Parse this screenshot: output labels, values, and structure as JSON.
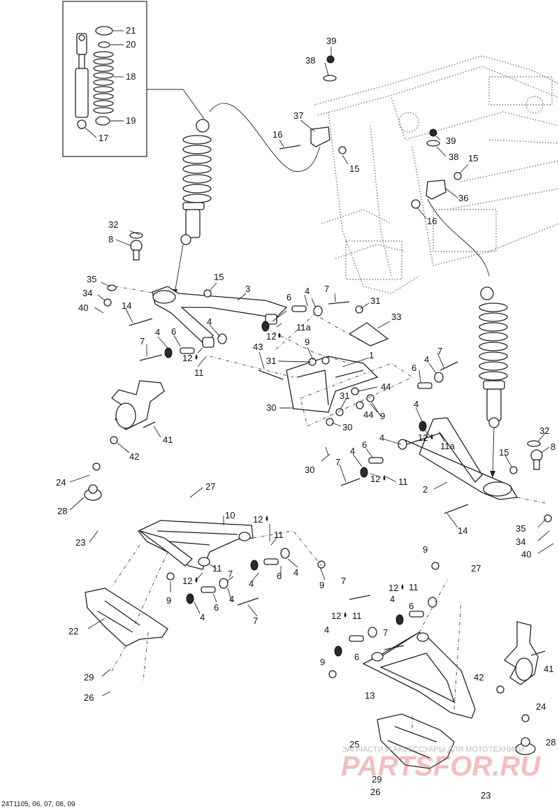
{
  "reference": "24T1105, 06, 07, 08, 09",
  "watermark": {
    "line1": "ЗАПЧАСТИ И АКСЕССУАРЫ ДЛЯ МОТОТЕХНИКИ",
    "line2": "PARTSFOR.RU"
  },
  "callouts": [
    {
      "id": "c21",
      "text": "21"
    },
    {
      "id": "c20",
      "text": "20"
    },
    {
      "id": "c18",
      "text": "18"
    },
    {
      "id": "c19",
      "text": "19"
    },
    {
      "id": "c17",
      "text": "17"
    },
    {
      "id": "c39a",
      "text": "39"
    },
    {
      "id": "c38a",
      "text": "38"
    },
    {
      "id": "c37",
      "text": "37"
    },
    {
      "id": "c16a",
      "text": "16"
    },
    {
      "id": "c15a",
      "text": "15"
    },
    {
      "id": "c39b",
      "text": "39"
    },
    {
      "id": "c38b",
      "text": "38"
    },
    {
      "id": "c15b",
      "text": "15"
    },
    {
      "id": "c36",
      "text": "36"
    },
    {
      "id": "c16b",
      "text": "16"
    },
    {
      "id": "c32a",
      "text": "32"
    },
    {
      "id": "c8a",
      "text": "8"
    },
    {
      "id": "c35a",
      "text": "35"
    },
    {
      "id": "c34a",
      "text": "34"
    },
    {
      "id": "c40a",
      "text": "40"
    },
    {
      "id": "c14a",
      "text": "14"
    },
    {
      "id": "c15c",
      "text": "15"
    },
    {
      "id": "c3",
      "text": "3"
    },
    {
      "id": "c4a",
      "text": "4"
    },
    {
      "id": "c6a",
      "text": "6"
    },
    {
      "id": "c7a",
      "text": "7"
    },
    {
      "id": "c31a",
      "text": "31"
    },
    {
      "id": "c33",
      "text": "33"
    },
    {
      "id": "c4b",
      "text": "4"
    },
    {
      "id": "c11a1",
      "text": "11a"
    },
    {
      "id": "c12a",
      "text": "12"
    },
    {
      "id": "c4c",
      "text": "4"
    },
    {
      "id": "c6b",
      "text": "6"
    },
    {
      "id": "c9a",
      "text": "9"
    },
    {
      "id": "c7b",
      "text": "7"
    },
    {
      "id": "c43",
      "text": "43"
    },
    {
      "id": "c12b",
      "text": "12"
    },
    {
      "id": "c31b",
      "text": "31"
    },
    {
      "id": "c1",
      "text": "1"
    },
    {
      "id": "c11a",
      "text": "11"
    },
    {
      "id": "c44a",
      "text": "44"
    },
    {
      "id": "c31c",
      "text": "31"
    },
    {
      "id": "c30a",
      "text": "30"
    },
    {
      "id": "c44b",
      "text": "44"
    },
    {
      "id": "c9b",
      "text": "9"
    },
    {
      "id": "c30b",
      "text": "30"
    },
    {
      "id": "c41a",
      "text": "41"
    },
    {
      "id": "c42a",
      "text": "42"
    },
    {
      "id": "c7c",
      "text": "7"
    },
    {
      "id": "c6c",
      "text": "6"
    },
    {
      "id": "c4d",
      "text": "4"
    },
    {
      "id": "c4e",
      "text": "4"
    },
    {
      "id": "c12c",
      "text": "12"
    },
    {
      "id": "c11a2",
      "text": "11a"
    },
    {
      "id": "c32b",
      "text": "32"
    },
    {
      "id": "c8b",
      "text": "8"
    },
    {
      "id": "c30c",
      "text": "30"
    },
    {
      "id": "c4f",
      "text": "4"
    },
    {
      "id": "c6d",
      "text": "6"
    },
    {
      "id": "c4g",
      "text": "4"
    },
    {
      "id": "c7d",
      "text": "7"
    },
    {
      "id": "c12d",
      "text": "12"
    },
    {
      "id": "c11b",
      "text": "11"
    },
    {
      "id": "c15d",
      "text": "15"
    },
    {
      "id": "c2",
      "text": "2"
    },
    {
      "id": "c14b",
      "text": "14"
    },
    {
      "id": "c35b",
      "text": "35"
    },
    {
      "id": "c34b",
      "text": "34"
    },
    {
      "id": "c40b",
      "text": "40"
    },
    {
      "id": "c24a",
      "text": "24"
    },
    {
      "id": "c28a",
      "text": "28"
    },
    {
      "id": "c23a",
      "text": "23"
    },
    {
      "id": "c27a",
      "text": "27"
    },
    {
      "id": "c10",
      "text": "10"
    },
    {
      "id": "c12e",
      "text": "12"
    },
    {
      "id": "c11c",
      "text": "11"
    },
    {
      "id": "c11d",
      "text": "11"
    },
    {
      "id": "c12f",
      "text": "12"
    },
    {
      "id": "c9c",
      "text": "9"
    },
    {
      "id": "c7e",
      "text": "7"
    },
    {
      "id": "c4h",
      "text": "4"
    },
    {
      "id": "c6e",
      "text": "6"
    },
    {
      "id": "c4i",
      "text": "4"
    },
    {
      "id": "c4j",
      "text": "4"
    },
    {
      "id": "c6f",
      "text": "6"
    },
    {
      "id": "c4k",
      "text": "4"
    },
    {
      "id": "c7f",
      "text": "7"
    },
    {
      "id": "c9d",
      "text": "9"
    },
    {
      "id": "c22",
      "text": "22"
    },
    {
      "id": "c29a",
      "text": "29"
    },
    {
      "id": "c26a",
      "text": "26"
    },
    {
      "id": "c9e",
      "text": "9"
    },
    {
      "id": "c27b",
      "text": "27"
    },
    {
      "id": "c7g",
      "text": "7"
    },
    {
      "id": "c12g",
      "text": "12"
    },
    {
      "id": "c11e",
      "text": "11"
    },
    {
      "id": "c4l",
      "text": "4"
    },
    {
      "id": "c6g",
      "text": "6"
    },
    {
      "id": "c12h",
      "text": "12"
    },
    {
      "id": "c11f",
      "text": "11"
    },
    {
      "id": "c4m",
      "text": "4"
    },
    {
      "id": "c7h",
      "text": "7"
    },
    {
      "id": "c6h",
      "text": "6"
    },
    {
      "id": "c9f",
      "text": "9"
    },
    {
      "id": "c41b",
      "text": "41"
    },
    {
      "id": "c42b",
      "text": "42"
    },
    {
      "id": "c13",
      "text": "13"
    },
    {
      "id": "c24b",
      "text": "24"
    },
    {
      "id": "c28b",
      "text": "28"
    },
    {
      "id": "c25",
      "text": "25"
    },
    {
      "id": "c29b",
      "text": "29"
    },
    {
      "id": "c26b",
      "text": "26"
    },
    {
      "id": "c23b",
      "text": "23"
    }
  ]
}
